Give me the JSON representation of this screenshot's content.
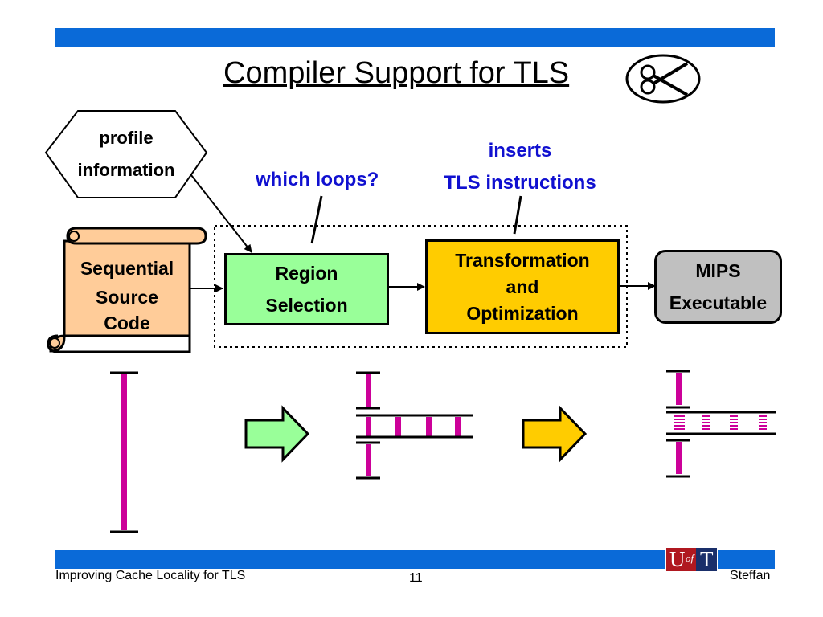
{
  "slide": {
    "title": "Compiler Support for TLS",
    "title_icon": "scissors-icon"
  },
  "diagram": {
    "profile": [
      "profile",
      "information"
    ],
    "which_loops": "which loops?",
    "inserts": [
      "inserts",
      "TLS instructions"
    ],
    "source": [
      "Sequential",
      "Source",
      "Code"
    ],
    "region": [
      "Region",
      "Selection"
    ],
    "transform": [
      "Transformation",
      "and",
      "Optimization"
    ],
    "mips": [
      "MIPS",
      "Executable"
    ]
  },
  "colors": {
    "header_bar": "#0a6ad8",
    "region_fill": "#99ff99",
    "transform_fill": "#ffcc00",
    "source_fill": "#ffcc99",
    "mips_fill": "#c0c0c0",
    "thread_segment": "#cc0099",
    "annotation_text": "#1010d0"
  },
  "footer": {
    "left": "Improving Cache Locality for TLS",
    "page": "11",
    "right": "Steffan",
    "logo": [
      "U",
      "of",
      "T"
    ]
  }
}
